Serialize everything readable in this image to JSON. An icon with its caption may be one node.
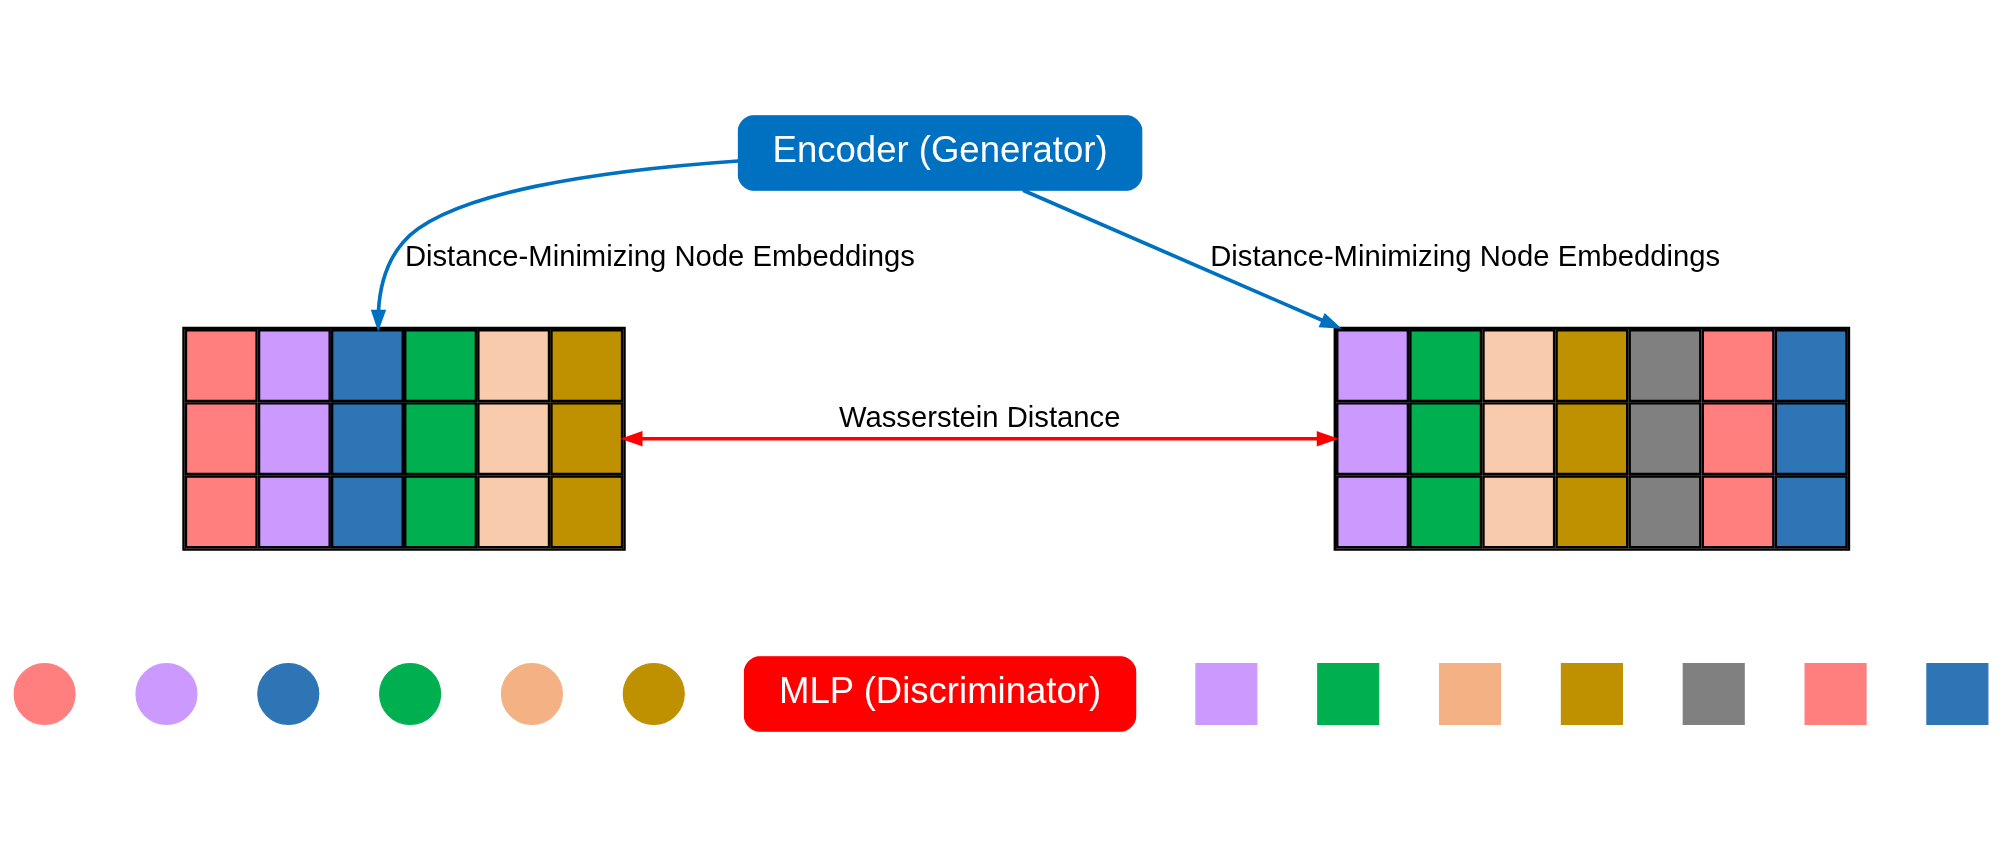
{
  "diagram": {
    "nodes": [
      {
        "text": [
          "Encoder (Generator)"
        ]
      },
      {
        "text": [],
        "shape": "box"
      },
      {
        "text": [],
        "shape": "box"
      },
      {
        "text": [
          "MLP (Discriminator)"
        ]
      },
      {
        "text": [],
        "shape": "circle"
      },
      {
        "text": [],
        "shape": "circle"
      },
      {
        "text": [],
        "shape": "circle"
      },
      {
        "text": [],
        "shape": "circle"
      },
      {
        "text": [],
        "shape": "circle"
      },
      {
        "text": [],
        "shape": "circle"
      },
      {
        "text": [],
        "shape": "box"
      },
      {
        "text": [],
        "shape": "box"
      },
      {
        "text": [],
        "shape": "box"
      },
      {
        "text": [],
        "shape": "box"
      },
      {
        "text": [],
        "shape": "box"
      },
      {
        "text": [],
        "shape": "box"
      },
      {
        "text": [],
        "shape": "box"
      }
    ],
    "edges": [
      {
        "from": 0,
        "to": 1,
        "arrow": "to",
        "label": "Distance-Minimizing Node Embeddings"
      },
      {
        "from": 0,
        "to": 2,
        "arrow": "to",
        "label": "Distance-Minimizing Node Embeddings"
      },
      {
        "from": 1,
        "to": 2,
        "arrow": "both",
        "label": "Wasserstein Distance",
        "color": "#ff0000"
      }
    ]
  }
}
